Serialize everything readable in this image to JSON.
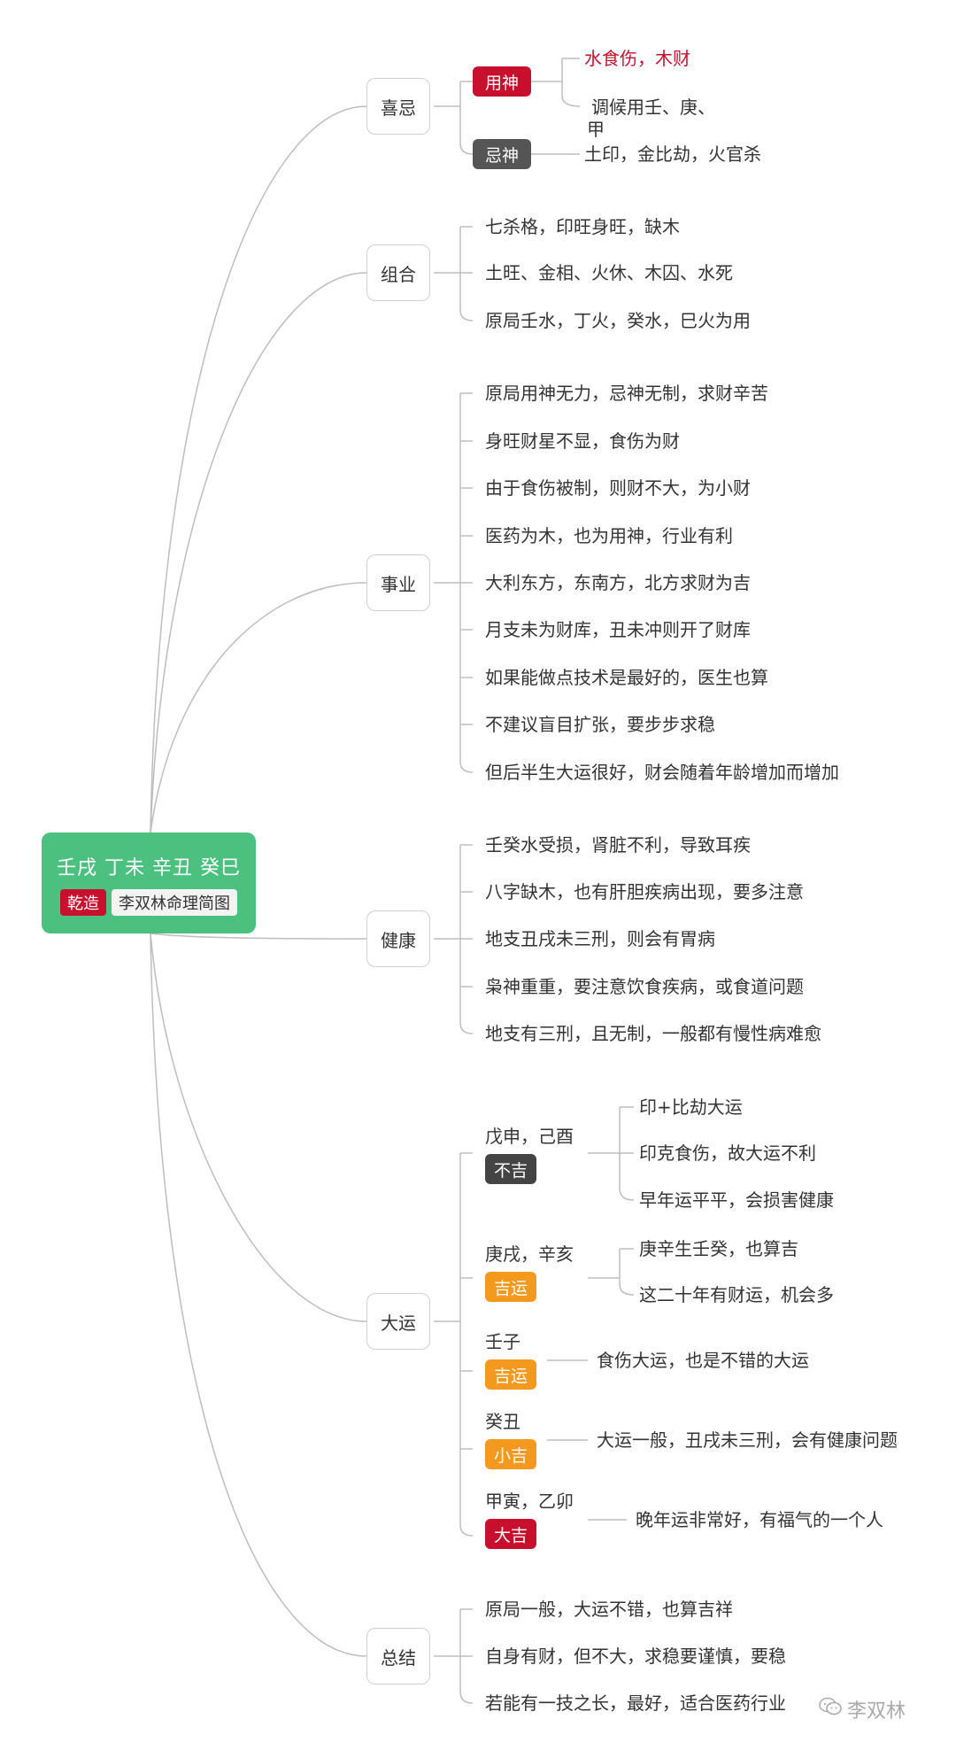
{
  "root": {
    "title": "壬戌 丁未 辛丑 癸巳",
    "tag": "乾造",
    "subtitle": "李双林命理简图"
  },
  "branches": {
    "xiji": {
      "label": "喜忌",
      "yongshen": {
        "label": "用神",
        "items": [
          "水食伤，木财",
          "调候用壬、庚、",
          "甲"
        ]
      },
      "jishen": {
        "label": "忌神",
        "item": "土印，金比劫，火官杀"
      }
    },
    "zuhe": {
      "label": "组合",
      "items": [
        "七杀格，印旺身旺，缺木",
        "土旺、金相、火休、木囚、水死",
        "原局壬水，丁火，癸水，巳火为用"
      ]
    },
    "shiye": {
      "label": "事业",
      "items": [
        "原局用神无力，忌神无制，求财辛苦",
        "身旺财星不显，食伤为财",
        "由于食伤被制，则财不大，为小财",
        "医药为木，也为用神，行业有利",
        "大利东方，东南方，北方求财为吉",
        "月支未为财库，丑未冲则开了财库",
        "如果能做点技术是最好的，医生也算",
        "不建议盲目扩张，要步步求稳",
        "但后半生大运很好，财会随着年龄增加而增加"
      ]
    },
    "jiankang": {
      "label": "健康",
      "items": [
        "壬癸水受损，肾脏不利，导致耳疾",
        "八字缺木，也有肝胆疾病出现，要多注意",
        "地支丑戌未三刑，则会有胃病",
        "枭神重重，要注意饮食疾病，或食道问题",
        "地支有三刑，且无制，一般都有慢性病难愈"
      ]
    },
    "dayun": {
      "label": "大运",
      "periods": [
        {
          "name": "戊申，己酉",
          "tag": "不吉",
          "color": "#444444",
          "notes": [
            "印+比劫大运",
            "印克食伤，故大运不利",
            "早年运平平，会损害健康"
          ]
        },
        {
          "name": "庚戌，辛亥",
          "tag": "吉运",
          "color": "#f39a1e",
          "notes": [
            "庚辛生壬癸，也算吉",
            "这二十年有财运，机会多"
          ]
        },
        {
          "name": "壬子",
          "tag": "吉运",
          "color": "#f39a1e",
          "notes": [
            "食伤大运，也是不错的大运"
          ]
        },
        {
          "name": "癸丑",
          "tag": "小吉",
          "color": "#f39a1e",
          "notes": [
            "大运一般，丑戌未三刑，会有健康问题"
          ]
        },
        {
          "name": "甲寅，乙卯",
          "tag": "大吉",
          "color": "#c8102e",
          "notes": [
            "晚年运非常好，有福气的一个人"
          ]
        }
      ]
    },
    "zongjie": {
      "label": "总结",
      "items": [
        "原局一般，大运不错，也算吉祥",
        "自身有财，但不大，求稳要谨慎，要稳",
        "若能有一技之长，最好，适合医药行业"
      ]
    }
  },
  "watermark": "李双林",
  "colors": {
    "root": "#4cc07f",
    "red": "#c8102e",
    "dark": "#555555",
    "orange": "#f39a1e",
    "line": "#bdbdbd"
  }
}
